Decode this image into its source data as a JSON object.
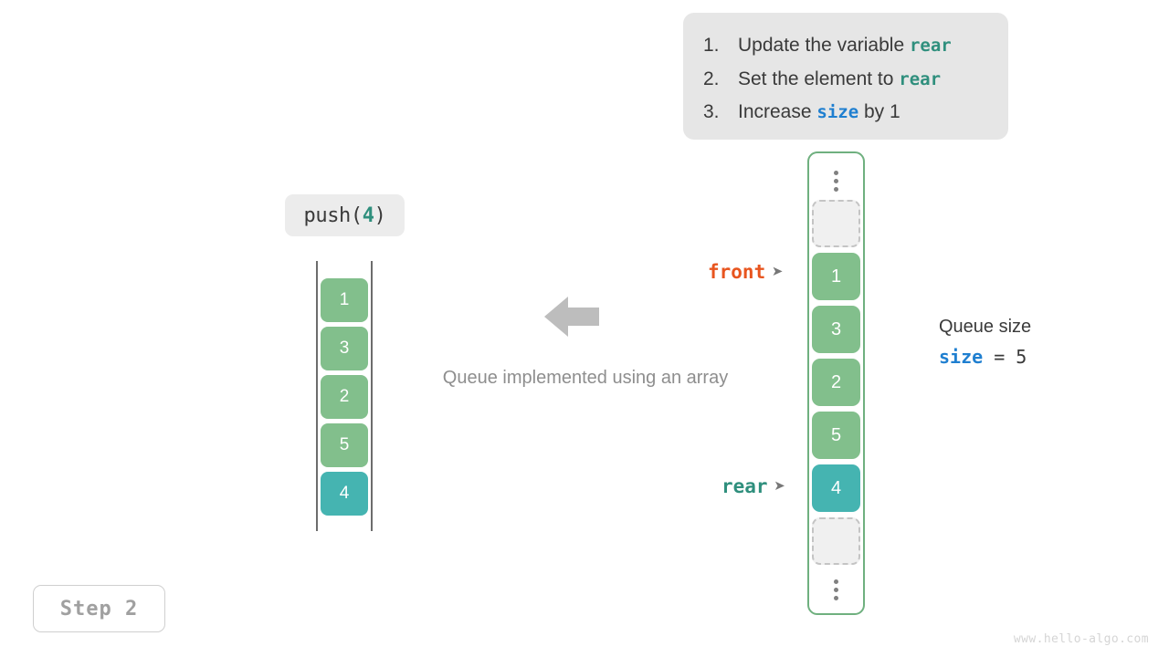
{
  "instructions": {
    "steps": [
      {
        "num": "1.",
        "pre": "Update the variable ",
        "code": "rear",
        "code_color": "teal",
        "post": ""
      },
      {
        "num": "2.",
        "pre": "Set the element to ",
        "code": "rear",
        "code_color": "teal",
        "post": ""
      },
      {
        "num": "3.",
        "pre": "Increase ",
        "code": "size",
        "code_color": "blue",
        "post": " by 1"
      }
    ]
  },
  "operation": {
    "name": "push(",
    "arg": "4",
    "close": ")"
  },
  "left_stack": {
    "cells": [
      {
        "value": "1",
        "color": "#82bf8c"
      },
      {
        "value": "3",
        "color": "#82bf8c"
      },
      {
        "value": "2",
        "color": "#82bf8c"
      },
      {
        "value": "5",
        "color": "#82bf8c"
      },
      {
        "value": "4",
        "color": "#45b4b1"
      }
    ]
  },
  "center": {
    "arrow_icon": "arrow-left-icon",
    "caption": "Queue implemented using an array"
  },
  "array": {
    "top_ellipsis": "vertical-ellipsis-icon",
    "bottom_ellipsis": "vertical-ellipsis-icon",
    "cells": [
      {
        "value": "",
        "state": "empty",
        "color": ""
      },
      {
        "value": "1",
        "state": "filled",
        "color": "#82bf8c"
      },
      {
        "value": "3",
        "state": "filled",
        "color": "#82bf8c"
      },
      {
        "value": "2",
        "state": "filled",
        "color": "#82bf8c"
      },
      {
        "value": "5",
        "state": "filled",
        "color": "#82bf8c"
      },
      {
        "value": "4",
        "state": "filled",
        "color": "#45b4b1"
      },
      {
        "value": "",
        "state": "empty",
        "color": ""
      }
    ],
    "border_color": "#6fb07f"
  },
  "pointers": {
    "front": {
      "label": "front",
      "arrow": "➤",
      "color": "#e8551f"
    },
    "rear": {
      "label": "rear",
      "arrow": "➤",
      "color": "#2f8f7d"
    }
  },
  "size_readout": {
    "title": "Queue size",
    "var": "size",
    "operator": " = ",
    "value": "5"
  },
  "step_badge": {
    "label": "Step 2"
  },
  "watermark": {
    "text": "www.hello-algo.com"
  },
  "colors": {
    "green_cell": "#82bf8c",
    "teal_cell": "#45b4b1",
    "container_border": "#6fb07f",
    "accent_orange": "#e8551f",
    "accent_teal": "#2f8f7d",
    "accent_blue": "#1f7fd0",
    "panel_bg": "#e6e6e6"
  }
}
